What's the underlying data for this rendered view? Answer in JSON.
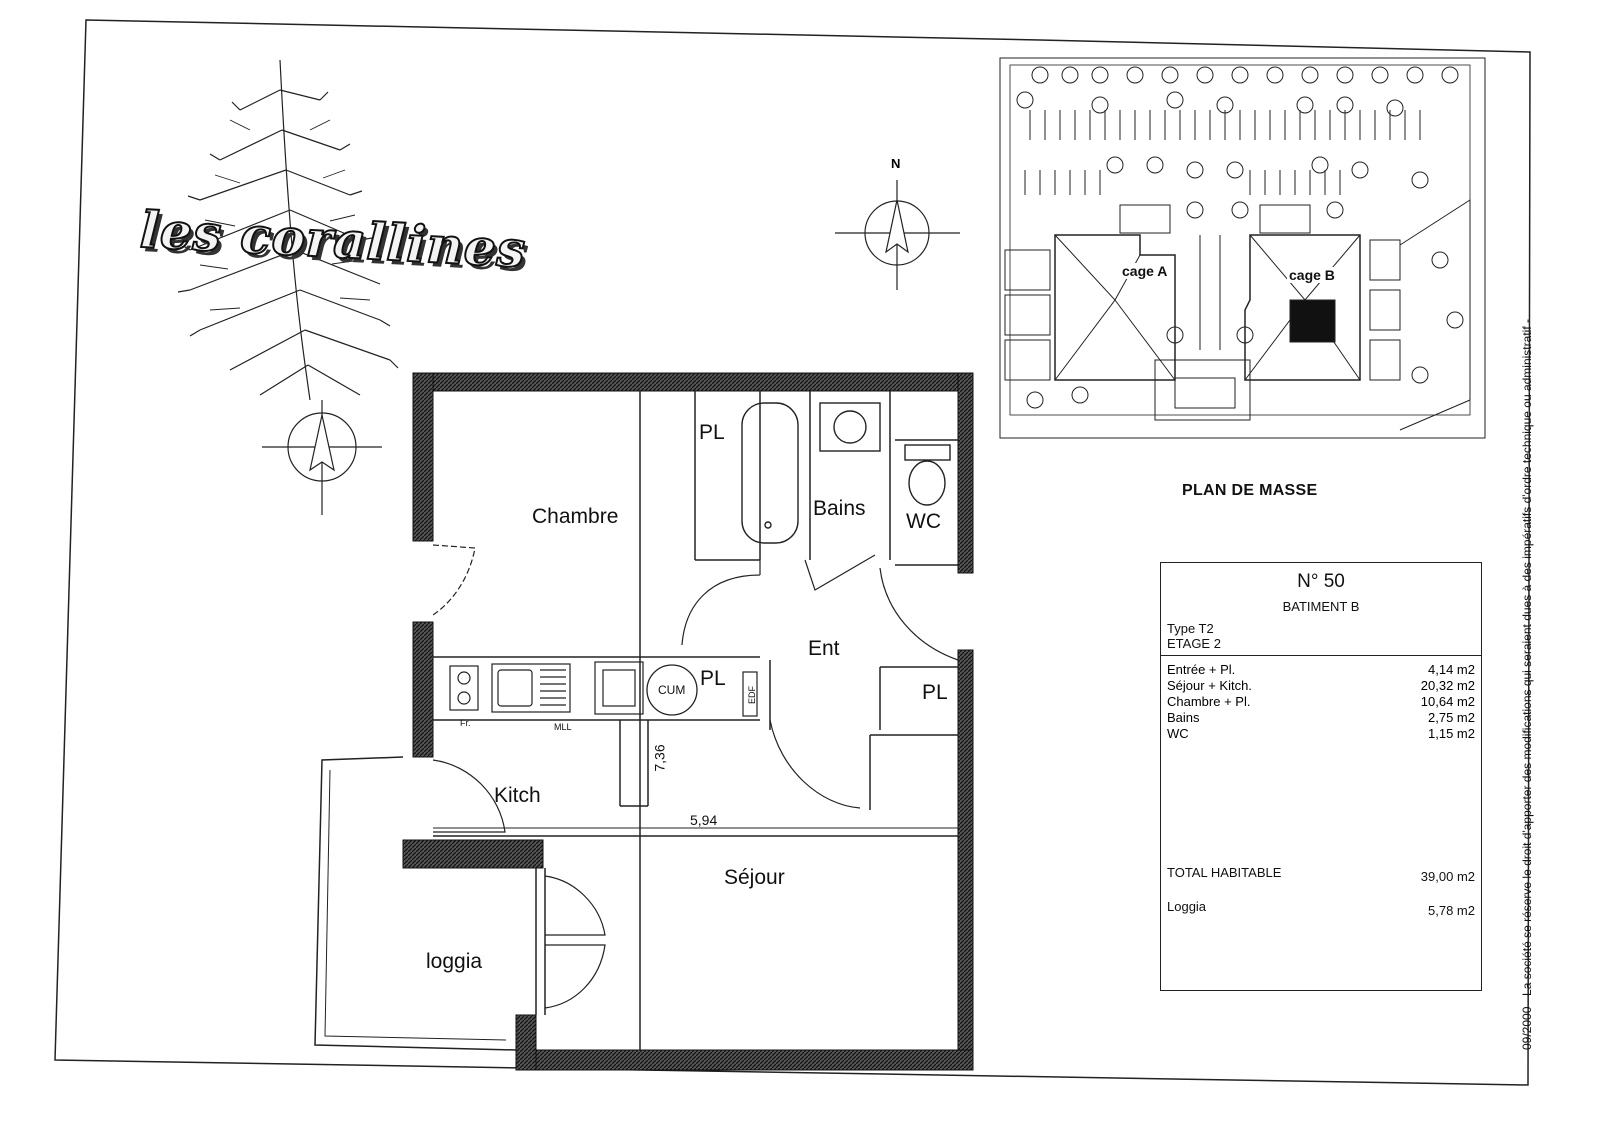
{
  "logo": {
    "text": "les corallines"
  },
  "north_label": "N",
  "rooms": {
    "pl_top": "PL",
    "bains": "Bains",
    "wc": "WC",
    "chambre": "Chambre",
    "ent": "Ent",
    "pl_kitchen": "PL",
    "pl_right": "PL",
    "cum": "CUM",
    "edf": "EDF",
    "fr": "Fr.",
    "mll": "MLL",
    "kitch": "Kitch",
    "sejour": "Séjour",
    "loggia": "loggia"
  },
  "dimensions": {
    "width": "5,94",
    "height": "7,36"
  },
  "site_plan": {
    "title": "PLAN DE MASSE",
    "cage_a": "cage A",
    "cage_b": "cage B"
  },
  "info": {
    "number": "N° 50",
    "building": "BATIMENT B",
    "type": "Type T2",
    "floor": "ETAGE 2",
    "surfaces": [
      {
        "label": "Entrée + Pl.",
        "value": "4,14 m2"
      },
      {
        "label": "Séjour + Kitch.",
        "value": "20,32 m2"
      },
      {
        "label": "Chambre + Pl.",
        "value": "10,64 m2"
      },
      {
        "label": "Bains",
        "value": "2,75 m2"
      },
      {
        "label": "WC",
        "value": "1,15 m2"
      }
    ],
    "total_label": "TOTAL HABITABLE",
    "total_value": "39,00 m2",
    "loggia_label": "Loggia",
    "loggia_value": "5,78 m2"
  },
  "side_note": "09/2000 - La société se réserve le droit d'apporter des modifications qui seraient dues à des impératifs d'ordre technique ou administratif -"
}
